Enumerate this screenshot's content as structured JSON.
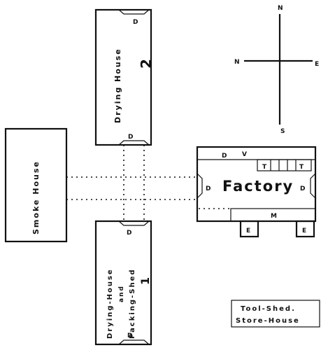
{
  "drying_house_2": {
    "title": "Drying House",
    "number": "2",
    "door_top": "D",
    "door_bottom": "D"
  },
  "smoke_house": {
    "title": "Smoke House"
  },
  "drying_house_1": {
    "line1": "Drying-House",
    "line2": "and",
    "line3": "Packing-Shed",
    "number": "1",
    "door_top": "D",
    "door_bottom": "D"
  },
  "factory": {
    "title": "Factory",
    "door_left": "D",
    "door_right": "D",
    "door_top": "D",
    "v_label": "V",
    "m_label": "M",
    "t_left": "T",
    "t_right": "T",
    "e_left": "E",
    "e_right": "E"
  },
  "compass": {
    "north": "N",
    "south": "S",
    "west": "N",
    "east": "E"
  },
  "legend": {
    "line1": "Tool-Shed.",
    "line2": "Store-House"
  }
}
